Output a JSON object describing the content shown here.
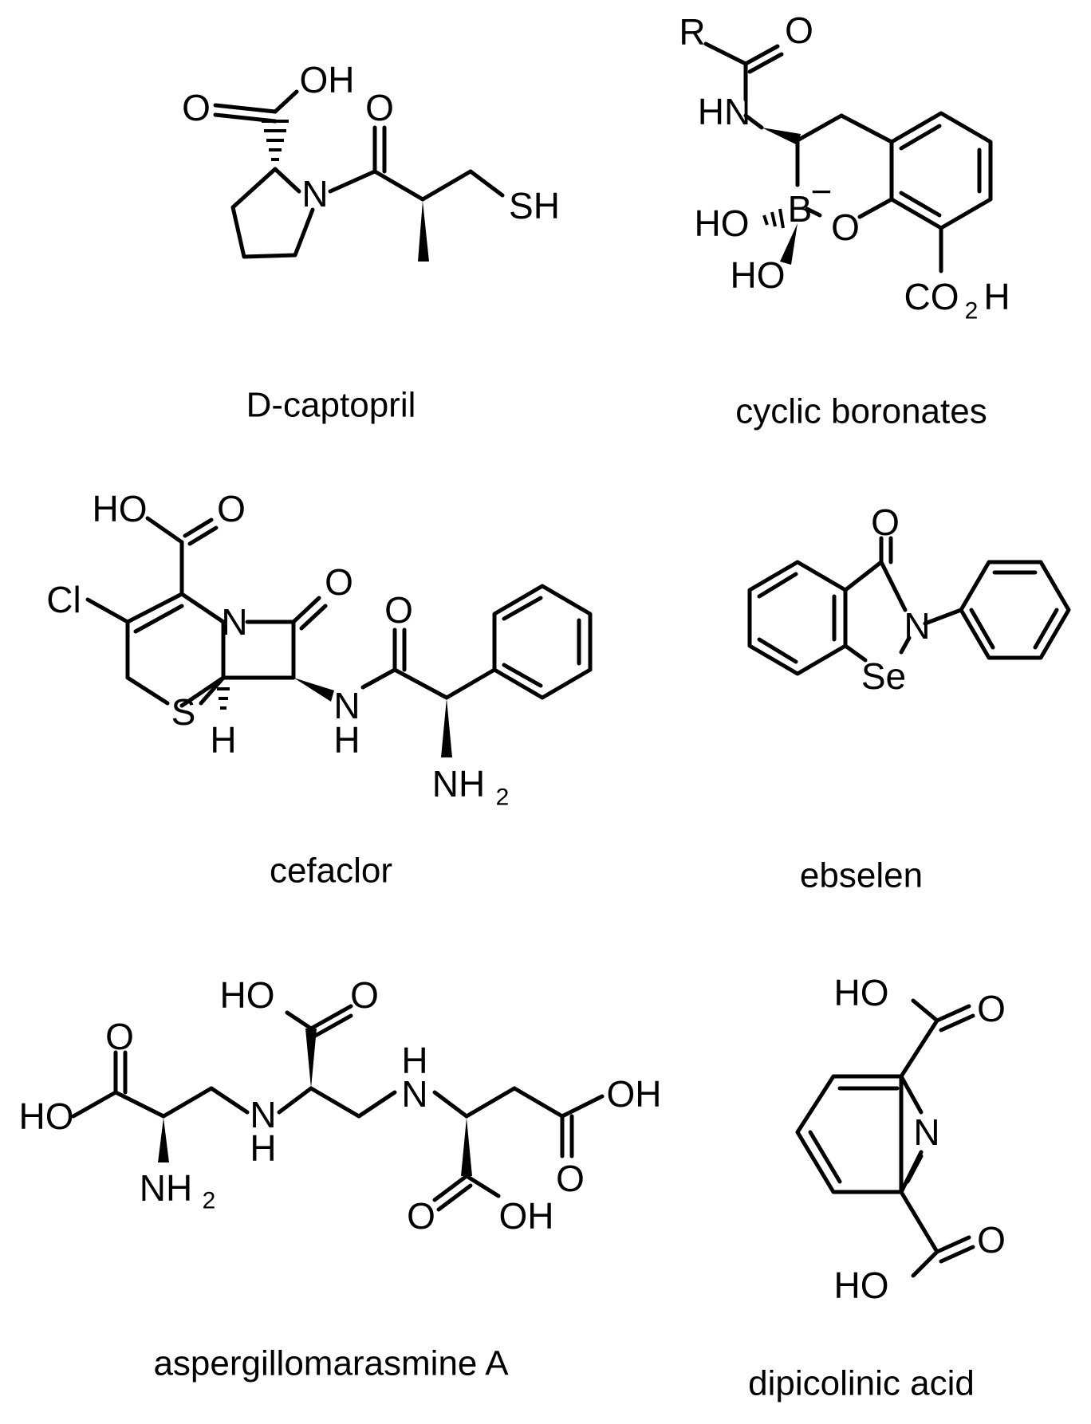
{
  "compounds": [
    {
      "name": "D-captopril"
    },
    {
      "name": "cyclic boronates"
    },
    {
      "name": "cefaclor"
    },
    {
      "name": "ebselen"
    },
    {
      "name": "aspergillomarasmine A"
    },
    {
      "name": "dipicolinic acid"
    }
  ],
  "labels": {
    "oh": "OH",
    "ho": "HO",
    "o": "O",
    "n": "N",
    "sh": "SH",
    "r": "R",
    "hn": "HN",
    "b": "B",
    "minus": "−",
    "co": "CO",
    "two": "2",
    "h": "H",
    "cl": "Cl",
    "s": "S",
    "nh": "NH",
    "se": "Se"
  },
  "colors": {
    "ink": "#000000",
    "background": "#ffffff"
  }
}
